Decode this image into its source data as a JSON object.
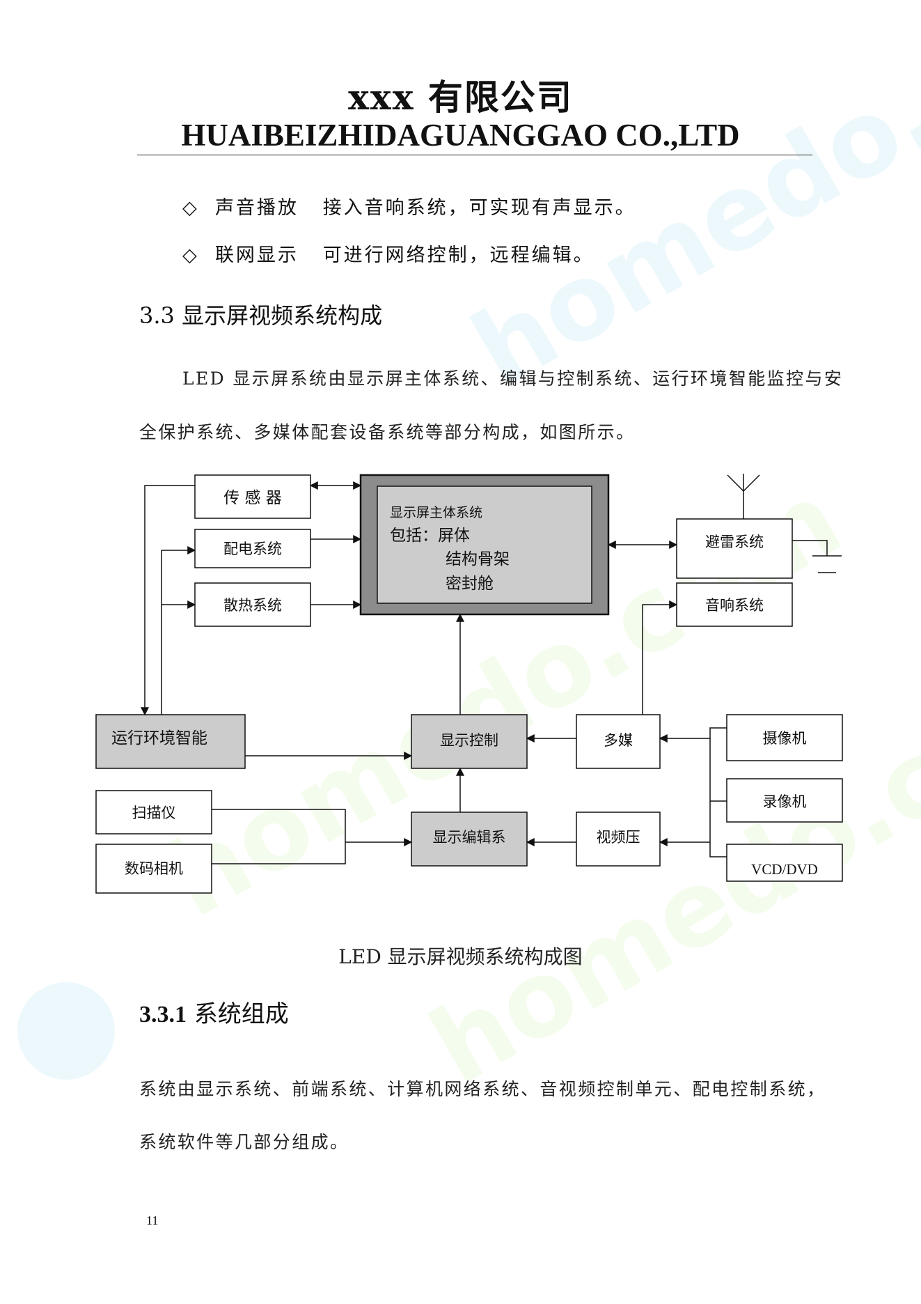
{
  "header": {
    "company_cn": "xxx 有限公司",
    "company_en": "HUAIBEIZHIDAGUANGGAO CO.,LTD"
  },
  "bullets": [
    {
      "mark": "◇",
      "term": "声音播放",
      "desc": "接入音响系统，可实现有声显示。"
    },
    {
      "mark": "◇",
      "term": "联网显示",
      "desc": "可进行网络控制，远程编辑。"
    }
  ],
  "section": {
    "heading": "3.3 显示屏视频系统构成",
    "para_line1": "LED 显示屏系统由显示屏主体系统、编辑与控制系统、运行环境智能监控与安",
    "para_line2": "全保护系统、多媒体配套设备系统等部分构成，如图所示。"
  },
  "diagram": {
    "sensor": "传 感 器",
    "power": "配电系统",
    "cooling": "散热系统",
    "main_title": "显示屏主体系统",
    "main_line1": "包括：屏体",
    "main_line2": "结构骨架",
    "main_line3": "密封舱",
    "lightning": "避雷系统",
    "audio": "音响系统",
    "env": "运行环境智能",
    "control": "显示控制",
    "multimedia": "多媒",
    "camera": "摄像机",
    "recorder": "录像机",
    "vcd": "VCD/DVD",
    "scanner": "扫描仪",
    "digicam": "数码相机",
    "editor": "显示编辑系",
    "video": "视频压"
  },
  "caption": "LED 显示屏视频系统构成图",
  "subsection": {
    "num": "3.3.1",
    "title": "系统组成",
    "para_line1": "系统由显示系统、前端系统、计算机网络系统、音视频控制单元、配电控制系统，",
    "para_line2": "系统软件等几部分组成。"
  },
  "page_number": "11"
}
